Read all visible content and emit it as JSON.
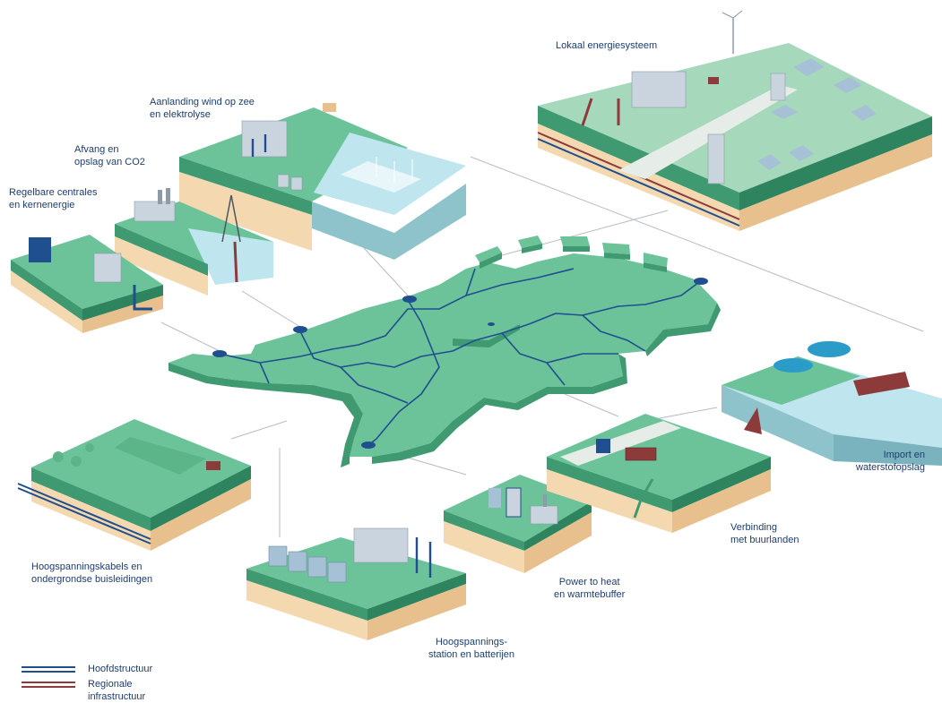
{
  "labels": {
    "lokaal": "Lokaal energiesysteem",
    "aanlanding": "Aanlanding wind op zee\nen elektrolyse",
    "afvang": "Afvang en\nopslag van CO2",
    "regelbare": "Regelbare centrales\nen kernenergie",
    "hoogspanningskabels": "Hoogspanningskabels en\nondergrondse buisleidingen",
    "station": "Hoogspannings-\nstation en batterijen",
    "power_to_heat": "Power to heat\nen warmtebuffer",
    "verbinding": "Verbinding\nmet buurlanden",
    "import": "Import en\nwaterstofopslag"
  },
  "legend": [
    {
      "label": "Hoofdstructuur",
      "color": "#1f4f8f"
    },
    {
      "label": "Regionale infrastructuur",
      "color": "#8c3a3a"
    }
  ],
  "colors": {
    "grass_top": "#6cc39a",
    "grass_side": "#3f9a72",
    "soil": "#f4d8b0",
    "soil_dark": "#e7c08e",
    "water": "#bfe6ee",
    "pipe": "#1f4f8f",
    "building": "#c9d4de",
    "text": "#1d3d6e"
  }
}
